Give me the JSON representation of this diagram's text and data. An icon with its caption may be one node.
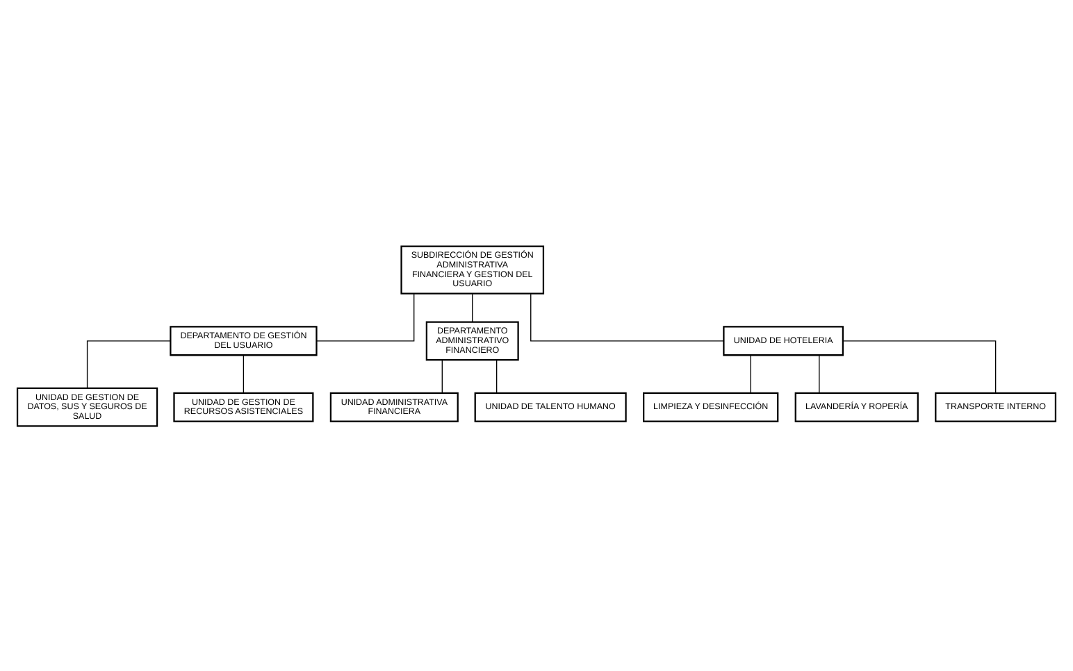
{
  "diagram": {
    "nodes": [
      {
        "text": [
          "SUBDIRECCIÓN DE GESTIÓN ADMINISTRATIVA FINANCIERA Y GESTION DEL USUARIO"
        ]
      },
      {
        "text": [
          "DEPARTAMENTO DE GESTIÓN DEL USUARIO"
        ]
      },
      {
        "text": [
          "DEPARTAMENTO ADMINISTRATIVO FINANCIERO"
        ]
      },
      {
        "text": [
          "UNIDAD DE GESTION DE DATOS, SUS Y SEGUROS DE SALUD"
        ]
      },
      {
        "text": [
          "UNIDAD DE GESTION DE RECURSOS ASISTENCIALES"
        ]
      },
      {
        "text": [
          "UNIDAD ADMINISTRATIVA FINANCIERA"
        ]
      },
      {
        "text": [
          "UNIDAD DE TALENTO HUMANO"
        ]
      },
      {
        "text": [
          "UNIDAD DE HOTELERIA"
        ]
      },
      {
        "text": [
          "LIMPIEZA Y DESINFECCIÓN"
        ]
      },
      {
        "text": [
          "LAVANDERÍA Y ROPERÍA"
        ]
      },
      {
        "text": [
          "TRANSPORTE INTERNO"
        ]
      }
    ],
    "edges": [
      {
        "from": 0,
        "to": 1,
        "arrow": "none"
      },
      {
        "from": 0,
        "to": 2,
        "arrow": "none"
      },
      {
        "from": 0,
        "to": 7,
        "arrow": "none"
      },
      {
        "from": 1,
        "to": 3,
        "arrow": "none"
      },
      {
        "from": 1,
        "to": 4,
        "arrow": "none"
      },
      {
        "from": 2,
        "to": 5,
        "arrow": "none"
      },
      {
        "from": 2,
        "to": 6,
        "arrow": "none"
      },
      {
        "from": 7,
        "to": 8,
        "arrow": "none"
      },
      {
        "from": 7,
        "to": 9,
        "arrow": "none"
      },
      {
        "from": 7,
        "to": 10,
        "arrow": "none"
      }
    ]
  }
}
